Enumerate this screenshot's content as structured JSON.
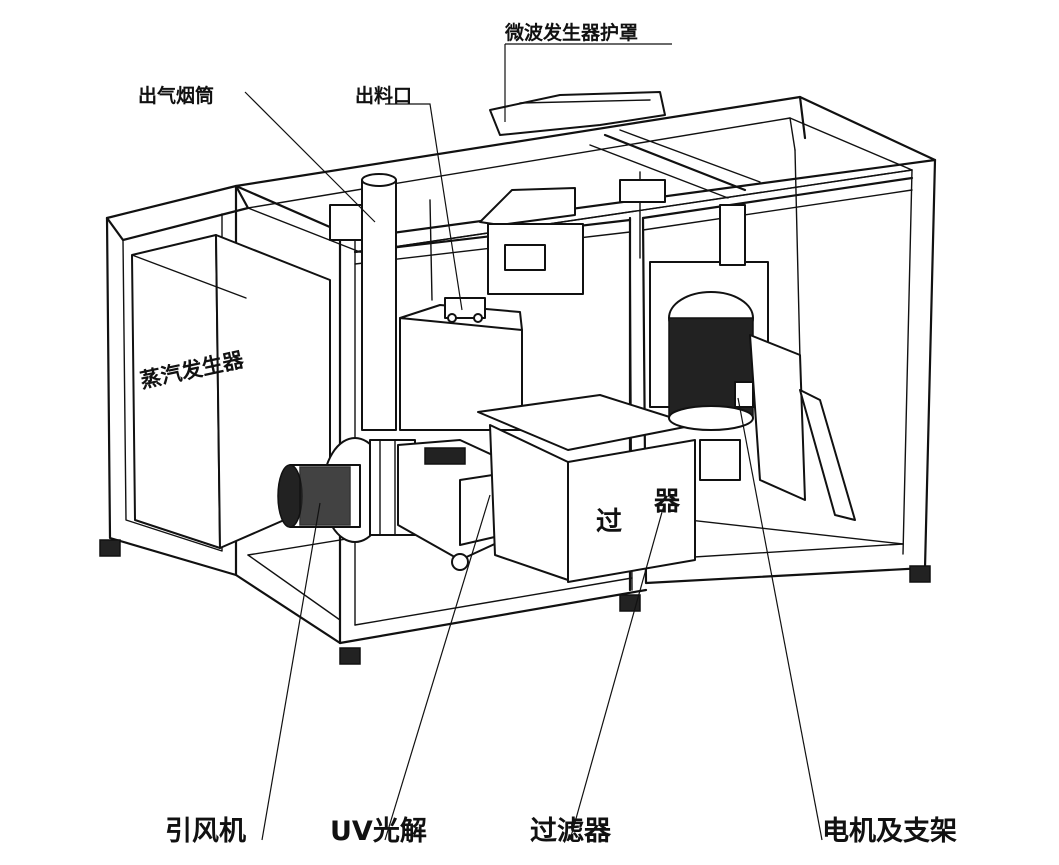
{
  "labels": {
    "chimney": "出气烟筒",
    "outlet": "出料口",
    "microwave_cover": "微波发生器护罩",
    "fan": "引风机",
    "uv": "UV光解",
    "filter": "过滤器",
    "motor": "电机及支架"
  },
  "part_text": {
    "steam_generator": "蒸汽发生器",
    "filter_char1": "过",
    "filter_char2": "器"
  }
}
